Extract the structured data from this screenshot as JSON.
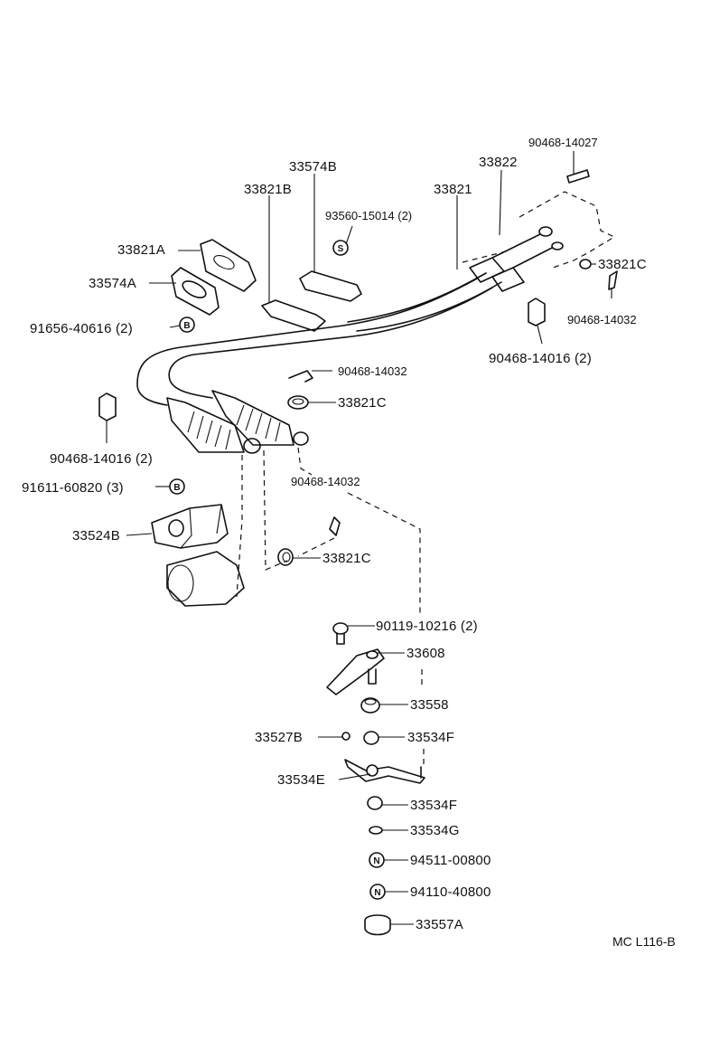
{
  "diagram_code": "MC  L116-B",
  "symbols": {
    "s": "S",
    "b": "B",
    "n": "N"
  },
  "labels": {
    "p90468_14027": "90468-14027",
    "p33822": "33822",
    "p33574b": "33574B",
    "p33821b": "33821B",
    "p33821": "33821",
    "p93560_15014": "93560-15014 (2)",
    "p33821a": "33821A",
    "p33574a": "33574A",
    "p91656_40616": "91656-40616 (2)",
    "p33821c_top": "33821C",
    "p90468_14032_right": "90468-14032",
    "p90468_14016_right": "90468-14016 (2)",
    "p90468_14032_mid": "90468-14032",
    "p33821c_mid": "33821C",
    "p90468_14016_left": "90468-14016 (2)",
    "p90468_14032_low": "90468-14032",
    "p91611_60820": "91611-60820 (3)",
    "p33524b": "33524B",
    "p33821c_low": "33821C",
    "p90119_10216": "90119-10216 (2)",
    "p33608": "33608",
    "p33558": "33558",
    "p33527b": "33527B",
    "p33534f_a": "33534F",
    "p33534e": "33534E",
    "p33534f_b": "33534F",
    "p33534g": "33534G",
    "p94511_00800": "94511-00800",
    "p94110_40800": "94110-40800",
    "p33557a": "33557A"
  }
}
